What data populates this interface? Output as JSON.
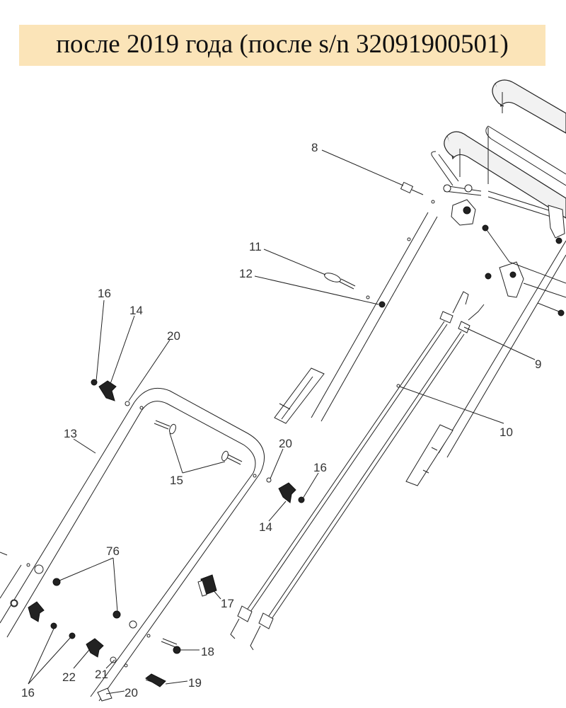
{
  "title": "после 2019 года (после s/n 32091900501)",
  "colors": {
    "banner": "#fbe4b8",
    "lines": "#222222"
  },
  "labels": {
    "p8": "8",
    "p11": "11",
    "p12": "12",
    "p16a": "16",
    "p14a": "14",
    "p20a": "20",
    "p13": "13",
    "p15": "15",
    "p20b": "20",
    "p16b": "16",
    "p14b": "14",
    "p9": "9",
    "p10": "10",
    "p76": "76",
    "p17": "17",
    "p18": "18",
    "p16c": "16",
    "p22": "22",
    "p21": "21",
    "p19": "19",
    "p20c": "20"
  }
}
